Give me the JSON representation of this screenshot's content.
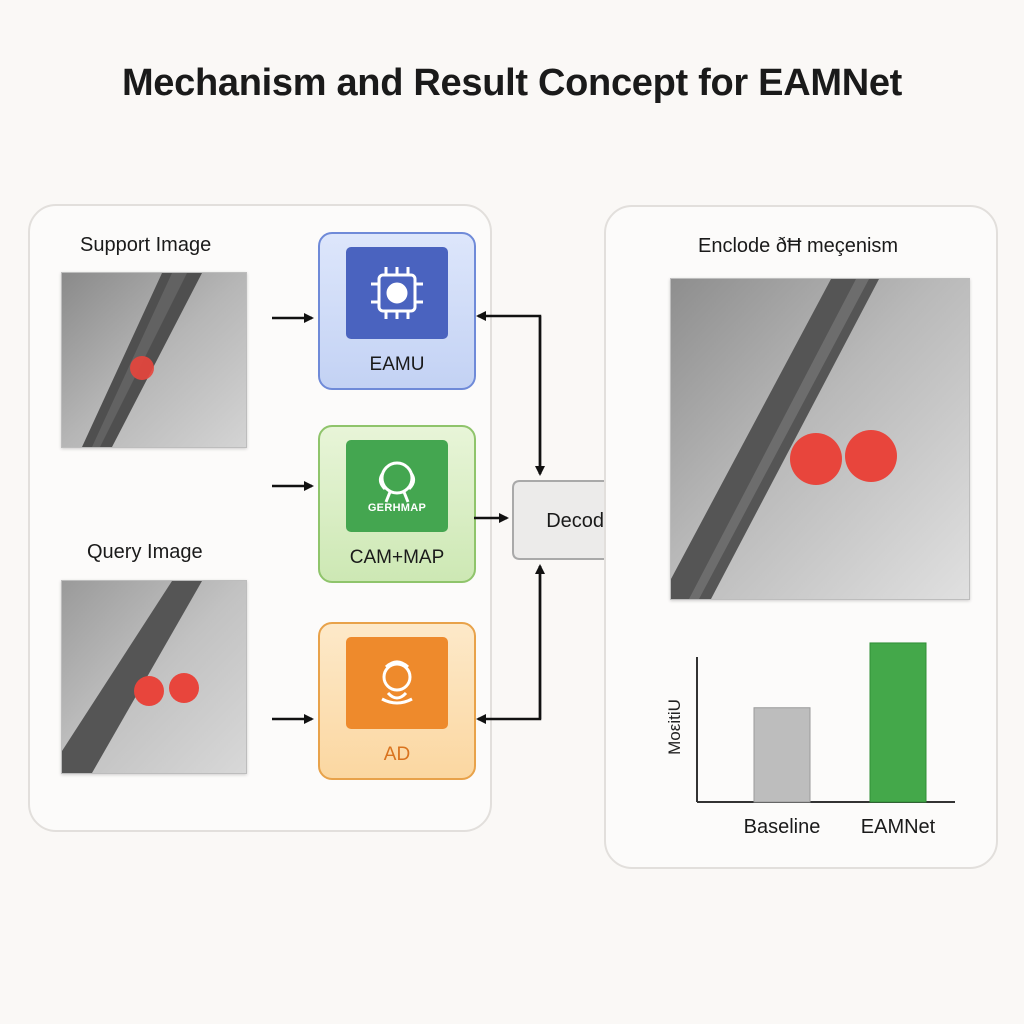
{
  "title": "Mechanism and Result Concept for EAMNet",
  "left_panel": {
    "support_label": "Support Image",
    "query_label": "Query Image"
  },
  "modules": {
    "eamu": {
      "label": "EAMU",
      "icon": "chip-icon"
    },
    "cam_map": {
      "label": "CAM+MAP",
      "icon": "robot-head-icon",
      "icon_caption": "GERHMAP"
    },
    "ad": {
      "label": "AD",
      "icon": "person-icon"
    }
  },
  "decoder": {
    "label": "Decoder"
  },
  "right_panel": {
    "title": "Enclode ðĦ meçenism"
  },
  "chart_data": {
    "type": "bar",
    "categories": [
      "Baseline",
      "EAMNet"
    ],
    "values": [
      64,
      108
    ],
    "ylabel": "MoεitiU",
    "ylim": [
      0,
      110
    ],
    "colors": [
      "#bdbdbd",
      "#44a84a"
    ],
    "grid": false
  },
  "colors": {
    "eamu": "#4a63bf",
    "cam_map": "#44a650",
    "ad": "#ee8a2c",
    "defect": "#e8453c"
  }
}
